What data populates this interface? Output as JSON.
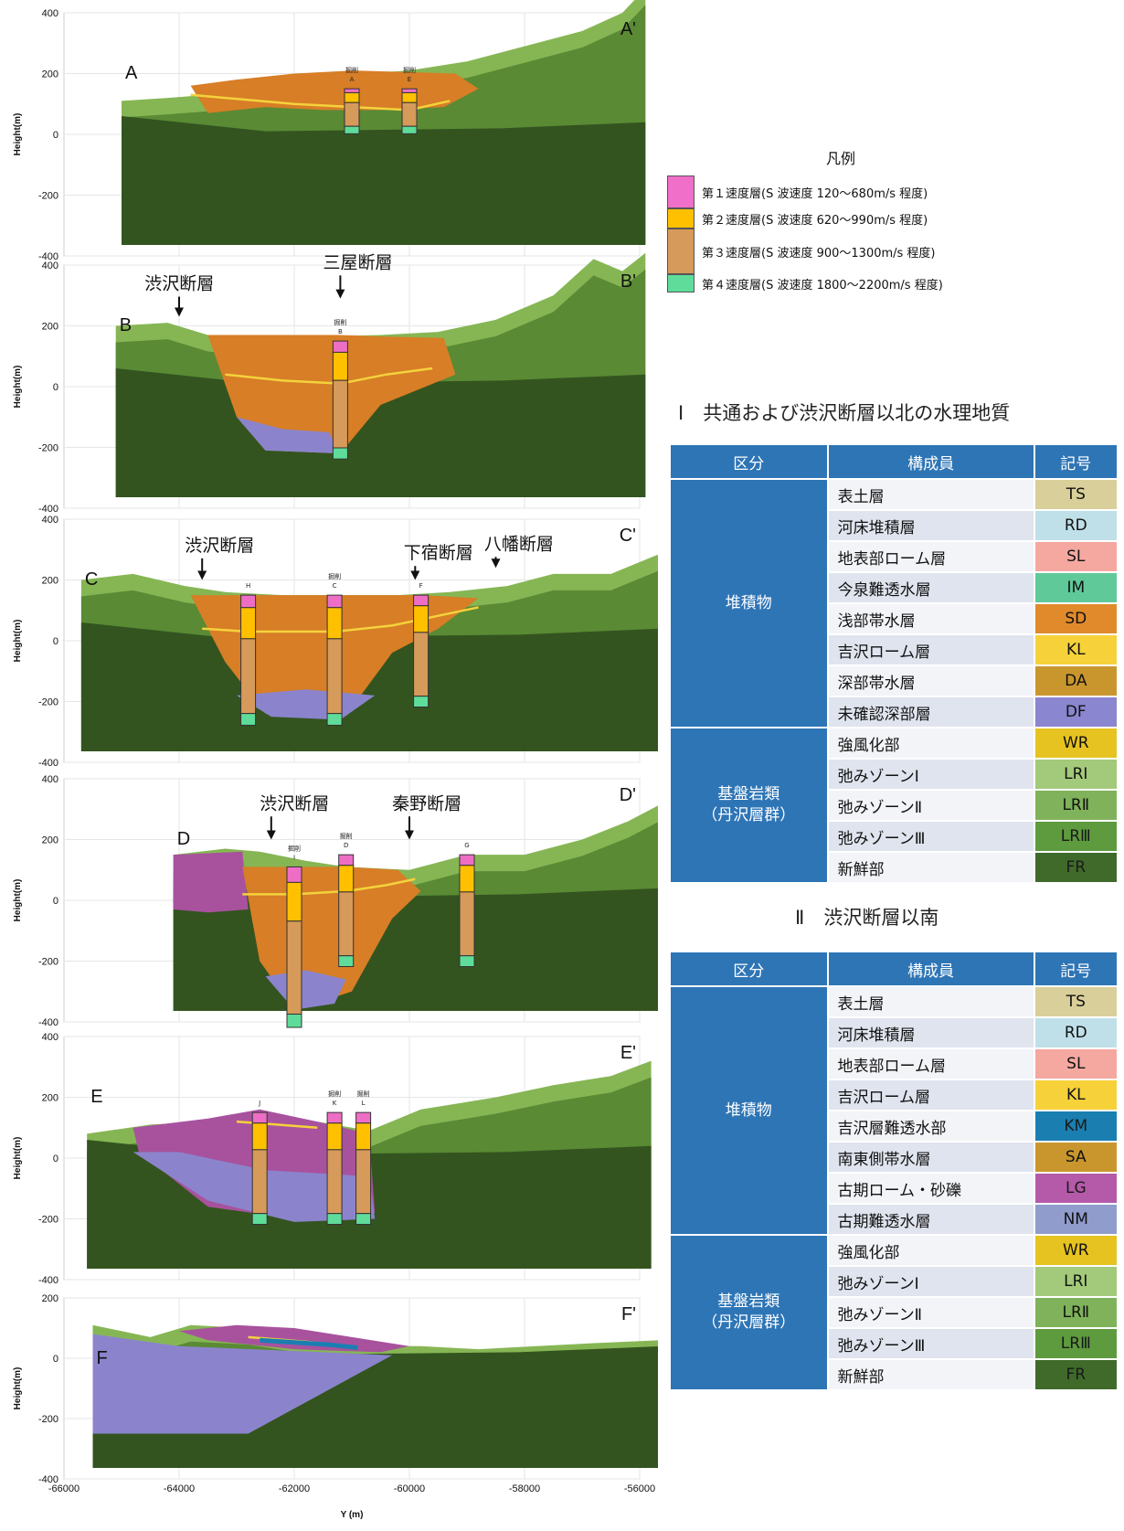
{
  "x_axis": {
    "ticks": [
      "-66000",
      "-64000",
      "-62000",
      "-60000",
      "-58000",
      "-56000"
    ],
    "label": "Y (m)"
  },
  "y_axis_label": "Height(m)",
  "sections": [
    {
      "start": "A",
      "end": "A'",
      "ticks": [
        "400",
        "200",
        "0",
        "-200",
        "-400"
      ],
      "boreholes": [
        {
          "label": "A",
          "caption": "掘削"
        },
        {
          "label": "E",
          "caption": "掘削"
        }
      ],
      "faults": []
    },
    {
      "start": "B",
      "end": "B'",
      "ticks": [
        "400",
        "200",
        "0",
        "-200",
        "-400"
      ],
      "boreholes": [
        {
          "label": "B",
          "caption": "掘削"
        }
      ],
      "faults": [
        "渋沢断層",
        "三屋断層"
      ]
    },
    {
      "start": "C",
      "end": "C'",
      "ticks": [
        "400",
        "200",
        "0",
        "-200",
        "-400"
      ],
      "boreholes": [
        {
          "label": "H",
          "caption": ""
        },
        {
          "label": "C",
          "caption": "掘削"
        },
        {
          "label": "F",
          "caption": ""
        }
      ],
      "faults": [
        "渋沢断層",
        "下宿断層",
        "八幡断層"
      ]
    },
    {
      "start": "D",
      "end": "D'",
      "ticks": [
        "400",
        "200",
        "0",
        "-200",
        "-400"
      ],
      "boreholes": [
        {
          "label": "I",
          "caption": "掘削"
        },
        {
          "label": "D",
          "caption": "掘削"
        },
        {
          "label": "G",
          "caption": ""
        }
      ],
      "faults": [
        "渋沢断層",
        "秦野断層"
      ]
    },
    {
      "start": "E",
      "end": "E'",
      "ticks": [
        "400",
        "200",
        "0",
        "-200",
        "-400"
      ],
      "boreholes": [
        {
          "label": "J",
          "caption": ""
        },
        {
          "label": "K",
          "caption": "掘削"
        },
        {
          "label": "L",
          "caption": "掘削"
        }
      ],
      "faults": []
    },
    {
      "start": "F",
      "end": "F'",
      "ticks": [
        "200",
        "0",
        "-200",
        "-400"
      ],
      "boreholes": [],
      "faults": []
    }
  ],
  "velocity_legend": {
    "title": "凡例",
    "items": [
      {
        "label": "第１速度層(S 波速度 120〜680m/s 程度)",
        "color": "#f06fc8"
      },
      {
        "label": "第２速度層(S 波速度 620〜990m/s 程度)",
        "color": "#ffc000"
      },
      {
        "label": "第３速度層(S 波速度 900〜1300m/s 程度)",
        "color": "#d69a5a"
      },
      {
        "label": "第４速度層(S 波速度 1800〜2200m/s 程度)",
        "color": "#5fdc9a"
      }
    ]
  },
  "table1": {
    "title": "Ⅰ　共通および渋沢断層以北の水理地質",
    "headers": [
      "区分",
      "構成員",
      "記号"
    ],
    "groups": [
      {
        "category": "堆積物",
        "rows": [
          {
            "member": "表土層",
            "code": "TS",
            "color": "#d8cf9a"
          },
          {
            "member": "河床堆積層",
            "code": "RD",
            "color": "#bfe0e8"
          },
          {
            "member": "地表部ローム層",
            "code": "SL",
            "color": "#f4a8a0"
          },
          {
            "member": "今泉難透水層",
            "code": "IM",
            "color": "#5fc99a"
          },
          {
            "member": "浅部帯水層",
            "code": "SD",
            "color": "#e08a2c"
          },
          {
            "member": "吉沢ローム層",
            "code": "KL",
            "color": "#f6d13a"
          },
          {
            "member": "深部帯水層",
            "code": "DA",
            "color": "#c9962e"
          },
          {
            "member": "未確認深部層",
            "code": "DF",
            "color": "#8a86cf"
          }
        ]
      },
      {
        "category": "基盤岩類（丹沢層群）",
        "rows": [
          {
            "member": "強風化部",
            "code": "WR",
            "color": "#e6c320"
          },
          {
            "member": "弛みゾーンⅠ",
            "code": "LRⅠ",
            "color": "#a3c97a"
          },
          {
            "member": "弛みゾーンⅡ",
            "code": "LRⅡ",
            "color": "#7fb25a"
          },
          {
            "member": "弛みゾーンⅢ",
            "code": "LRⅢ",
            "color": "#5e9a3e"
          },
          {
            "member": "新鮮部",
            "code": "FR",
            "color": "#3f6a2a"
          }
        ]
      }
    ]
  },
  "table2": {
    "title": "Ⅱ　渋沢断層以南",
    "headers": [
      "区分",
      "構成員",
      "記号"
    ],
    "groups": [
      {
        "category": "堆積物",
        "rows": [
          {
            "member": "表土層",
            "code": "TS",
            "color": "#d8cf9a"
          },
          {
            "member": "河床堆積層",
            "code": "RD",
            "color": "#bfe0e8"
          },
          {
            "member": "地表部ローム層",
            "code": "SL",
            "color": "#f4a8a0"
          },
          {
            "member": "吉沢ローム層",
            "code": "KL",
            "color": "#f6d13a"
          },
          {
            "member": "吉沢層難透水部",
            "code": "KM",
            "color": "#1a7fb0"
          },
          {
            "member": "南東側帯水層",
            "code": "SA",
            "color": "#c9962e"
          },
          {
            "member": "古期ローム・砂礫",
            "code": "LG",
            "color": "#b45aa8"
          },
          {
            "member": "古期難透水層",
            "code": "NM",
            "color": "#8f9ccc"
          }
        ]
      },
      {
        "category": "基盤岩類（丹沢層群）",
        "rows": [
          {
            "member": "強風化部",
            "code": "WR",
            "color": "#e6c320"
          },
          {
            "member": "弛みゾーンⅠ",
            "code": "LRⅠ",
            "color": "#a3c97a"
          },
          {
            "member": "弛みゾーンⅡ",
            "code": "LRⅡ",
            "color": "#7fb25a"
          },
          {
            "member": "弛みゾーンⅢ",
            "code": "LRⅢ",
            "color": "#5e9a3e"
          },
          {
            "member": "新鮮部",
            "code": "FR",
            "color": "#3f6a2a"
          }
        ]
      }
    ]
  }
}
